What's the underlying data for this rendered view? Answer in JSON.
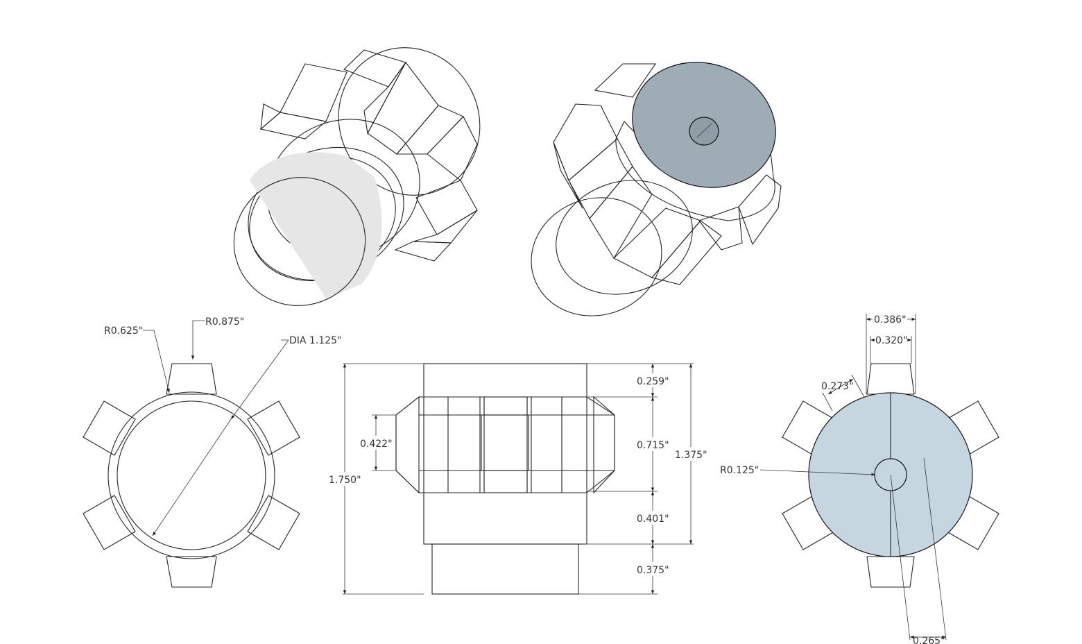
{
  "colors": {
    "line": "#222222",
    "face_light": "#ffffff",
    "face_shade": "#d6d6d6",
    "face_dark": "#a8a8a8",
    "end_cap_gray": "#9eadb5",
    "end_cap_blue": "#c6d6e0",
    "text": "#333333"
  },
  "isometric_views": {
    "left": {
      "name": "iso-view-left"
    },
    "right": {
      "name": "iso-view-right"
    }
  },
  "left_view": {
    "labels": {
      "r0625": "R0.625\"",
      "r0875": "R0.875\"",
      "dia1125": "DIA 1.125\""
    }
  },
  "front_view": {
    "labels": {
      "d0259": "0.259\"",
      "d0715": "0.715\"",
      "d0401": "0.401\"",
      "d0375": "0.375\"",
      "d1375": "1.375\"",
      "d1750": "1.750\"",
      "d0422": "0.422\""
    }
  },
  "right_view": {
    "labels": {
      "d0386": "0.386\"",
      "d0320": "0.320\"",
      "d0273": "0.273\"",
      "r0125": "R0.125\"",
      "d0265": "0.265\""
    }
  }
}
